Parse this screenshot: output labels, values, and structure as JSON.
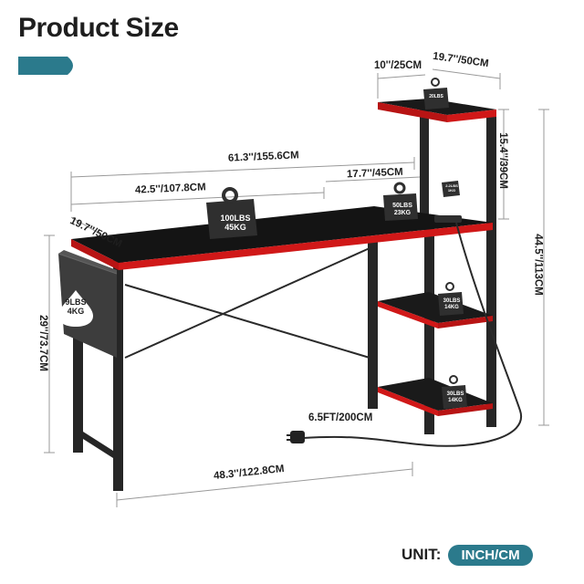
{
  "title": "Product Size",
  "colors": {
    "accent": "#2b7a8c",
    "desk_top": "#1a1a1a",
    "edge_red": "#d01818",
    "frame": "#222222",
    "dim_line": "#999999"
  },
  "dimensions": {
    "total_width": "61.3''/155.6CM",
    "desk_width": "42.5''/107.8CM",
    "shelf_gap": "17.7''/45CM",
    "depth": "19.7''/50CM",
    "top_shelf_depth": "10''/25CM",
    "top_shelf_width": "19.7''/50CM",
    "top_shelf_height": "15.4''/39CM",
    "total_height": "44.5''/113CM",
    "desk_height": "29''/73.7CM",
    "bottom_width": "48.3''/122.8CM",
    "cable_length": "6.5FT/200CM"
  },
  "load_ratings": {
    "desk": "100LBS\n45KG",
    "desk_shelf": "50LBS\n23KG",
    "top_shelf": "20LBS",
    "hook": "2.2LBS\n1KG",
    "middle_shelf": "30LBS\n14KG",
    "bottom_shelf": "30LBS\n14KG",
    "bag": "9LBS\n4KG"
  },
  "unit": {
    "label": "UNIT:",
    "value": "INCH/CM"
  }
}
